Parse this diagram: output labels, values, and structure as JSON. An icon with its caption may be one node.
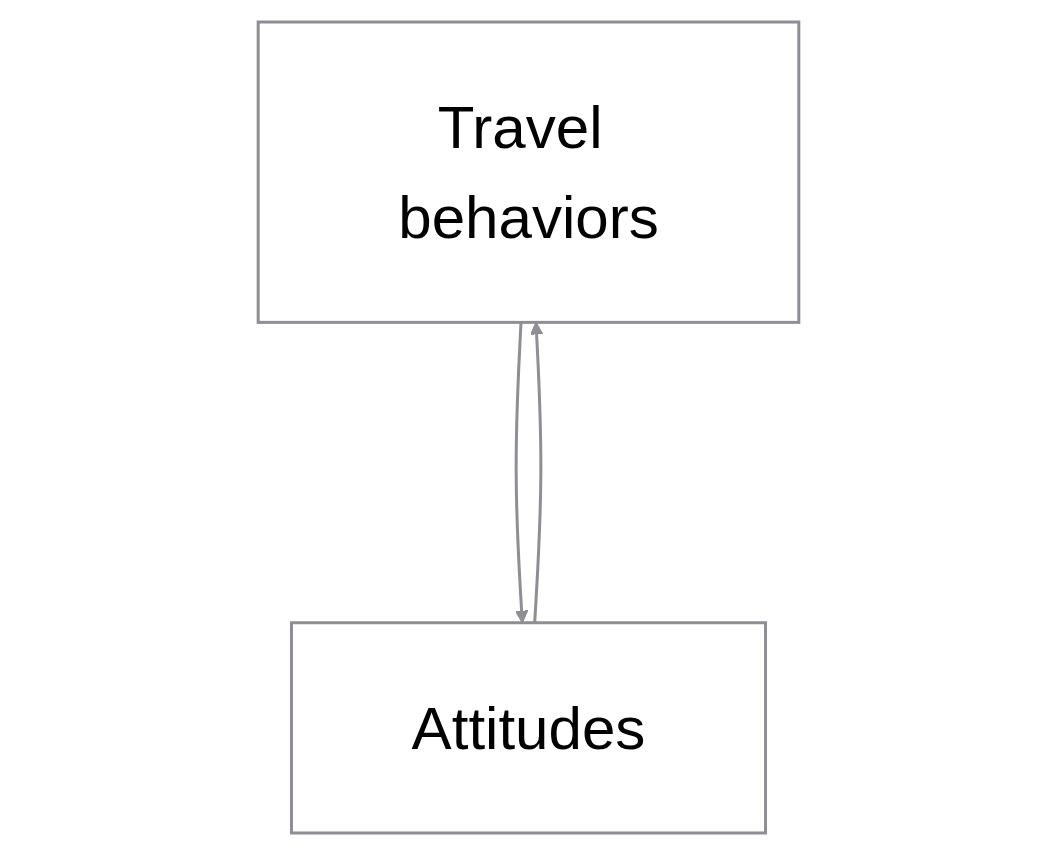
{
  "diagram": {
    "nodes": [
      {
        "text": [
          "Travel behaviors"
        ]
      },
      {
        "text": [
          "Attitudes"
        ]
      }
    ],
    "edges": [
      {
        "from": 0,
        "to": 1,
        "arrow": "to"
      },
      {
        "from": 1,
        "to": 0,
        "arrow": "to"
      }
    ]
  }
}
